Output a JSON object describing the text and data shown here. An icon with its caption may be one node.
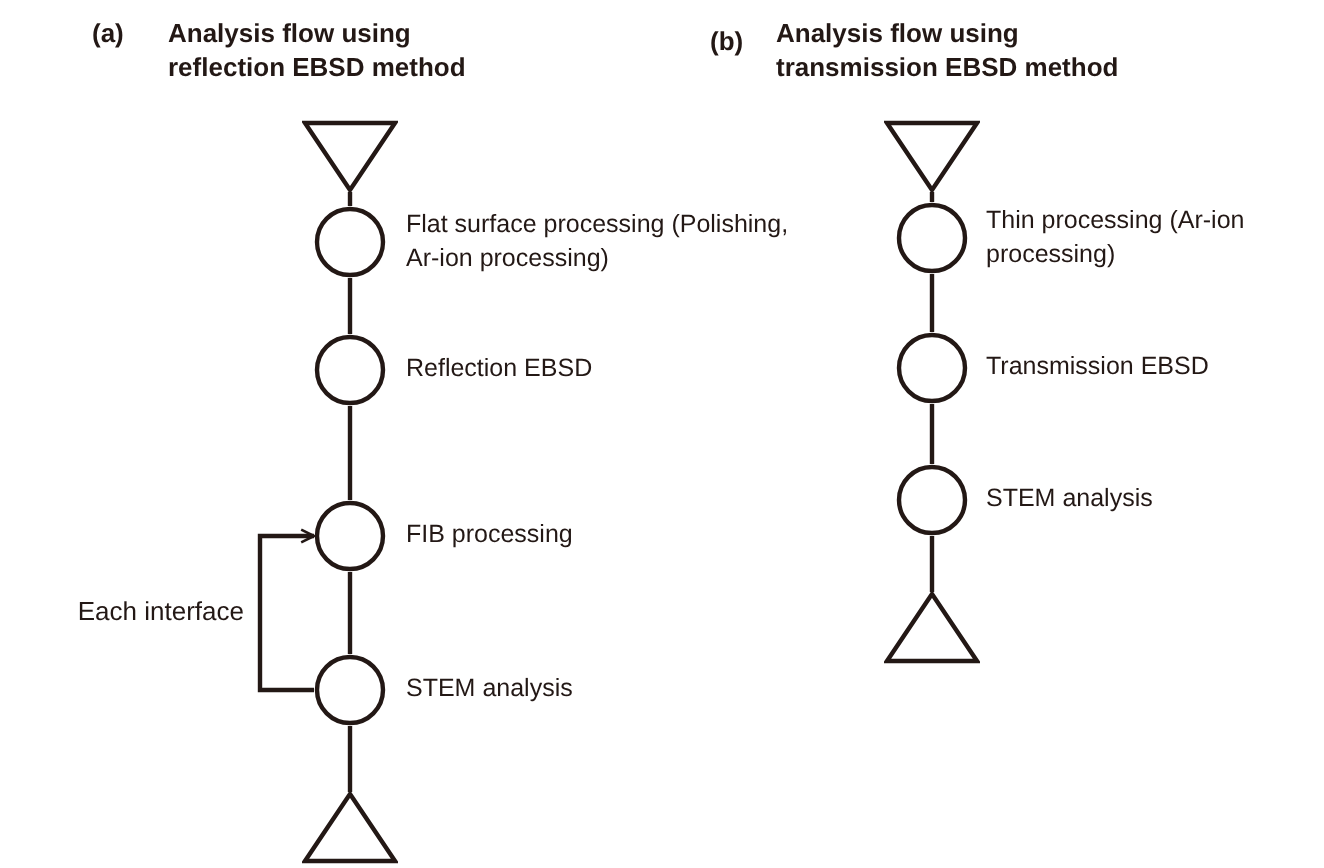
{
  "diagram": {
    "nodes": [
      {
        "text": [],
        "shape": "triangle"
      },
      {
        "text": [],
        "shape": "circle",
        "beside": [
          "Flat surface processing (Polishing, Ar-ion processing)"
        ]
      },
      {
        "text": [],
        "shape": "circle",
        "beside": [
          "Reflection EBSD"
        ]
      },
      {
        "text": [],
        "shape": "circle",
        "beside": [
          "FIB processing"
        ]
      },
      {
        "text": [],
        "shape": "circle",
        "beside": [
          "STEM analysis"
        ]
      },
      {
        "text": [],
        "shape": "triangle"
      },
      {
        "text": [],
        "shape": "triangle"
      },
      {
        "text": [],
        "shape": "circle",
        "beside": [
          "Thin processing (Ar-ion processing)"
        ]
      },
      {
        "text": [],
        "shape": "circle",
        "beside": [
          "Transmission EBSD"
        ]
      },
      {
        "text": [],
        "shape": "circle",
        "beside": [
          "STEM analysis"
        ]
      },
      {
        "text": [],
        "shape": "triangle"
      }
    ],
    "edges": [
      {
        "from": 0,
        "to": 1,
        "arrow": "none"
      },
      {
        "from": 1,
        "to": 2,
        "arrow": "none"
      },
      {
        "from": 2,
        "to": 3,
        "arrow": "none"
      },
      {
        "from": 3,
        "to": 4,
        "arrow": "none"
      },
      {
        "from": 4,
        "to": 5,
        "arrow": "none"
      },
      {
        "from": 4,
        "to": 3,
        "arrow": "to",
        "label": "Each interface"
      },
      {
        "from": 6,
        "to": 7,
        "arrow": "none"
      },
      {
        "from": 7,
        "to": 8,
        "arrow": "none"
      },
      {
        "from": 8,
        "to": 9,
        "arrow": "none"
      },
      {
        "from": 9,
        "to": 10,
        "arrow": "none"
      }
    ],
    "labels": [
      "(a)",
      "Analysis flow using reflection EBSD method",
      "(b)",
      "Analysis flow using transmission EBSD method"
    ]
  }
}
